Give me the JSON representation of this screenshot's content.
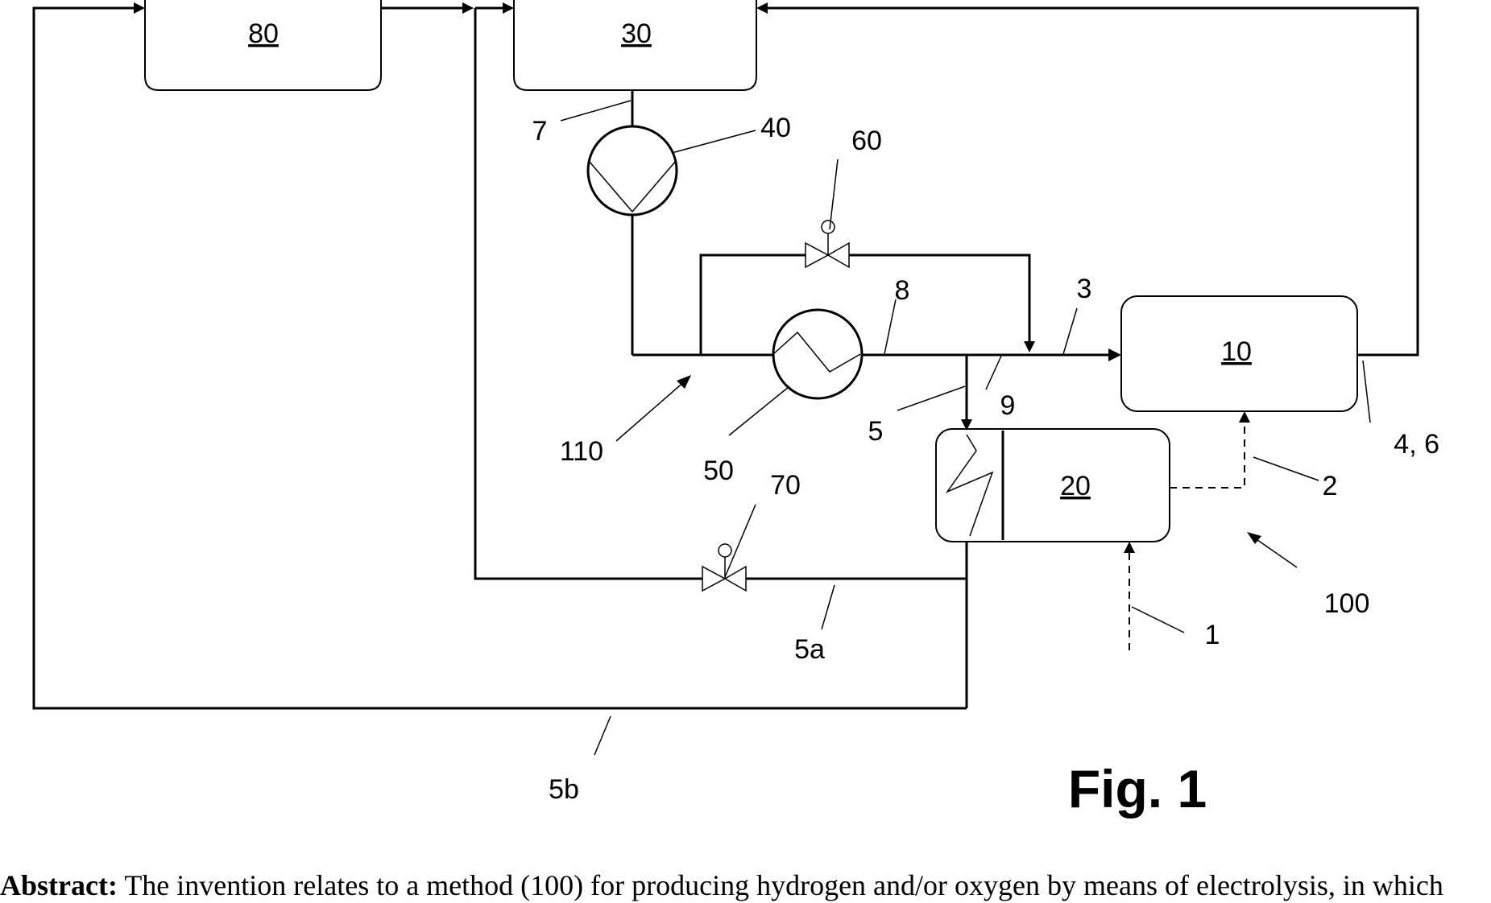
{
  "diagram": {
    "components": {
      "unit_80": "80",
      "unit_30": "30",
      "unit_10": "10",
      "unit_20": "20",
      "pump_40": "40",
      "heat_exchanger_50": "50",
      "valve_60": "60",
      "valve_70": "70"
    },
    "streams": {
      "s1": "1",
      "s2": "2",
      "s3": "3",
      "s4_6": "4, 6",
      "s5": "5",
      "s5a": "5a",
      "s5b": "5b",
      "s7": "7",
      "s8": "8",
      "s9": "9"
    },
    "references": {
      "r100": "100",
      "r110": "110"
    },
    "figure_label": "Fig. 1"
  },
  "abstract": {
    "label": "Abstract:",
    "text": "The invention relates to a method (100) for producing hydrogen and/or oxygen by means of electrolysis, in which"
  }
}
